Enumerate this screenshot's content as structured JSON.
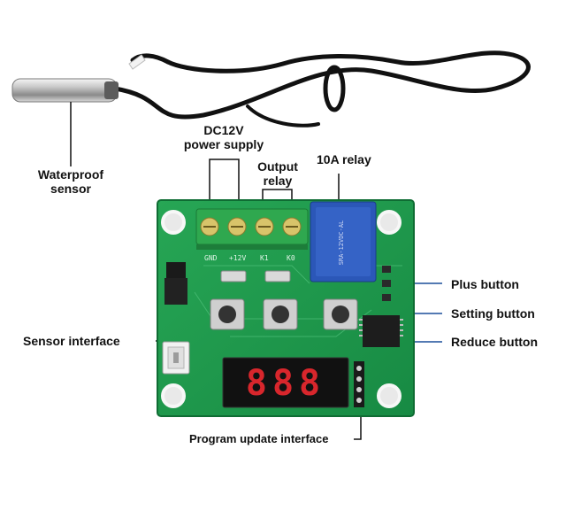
{
  "labels": {
    "waterproof_sensor": [
      "Waterproof",
      "sensor"
    ],
    "dc12v": [
      "DC12V",
      "power supply"
    ],
    "output_relay": [
      "Output",
      "relay"
    ],
    "relay_10a": "10A relay",
    "plus_button": "Plus button",
    "setting_button": "Setting button",
    "reduce_button": "Reduce button",
    "sensor_interface": "Sensor interface",
    "program_update_interface": "Program update interface"
  },
  "board": {
    "display_text": "888",
    "silkscreen": {
      "gnd": "GND",
      "v12": "+12V",
      "k1": "K1",
      "k0": "K0",
      "relay_model": "SRA-12VDC-AL"
    }
  },
  "colors": {
    "pcb": "#1f9a4d",
    "display_digit": "#d8262c",
    "callout_line": "#1c4f9a",
    "terminal": "#2fa84f"
  }
}
